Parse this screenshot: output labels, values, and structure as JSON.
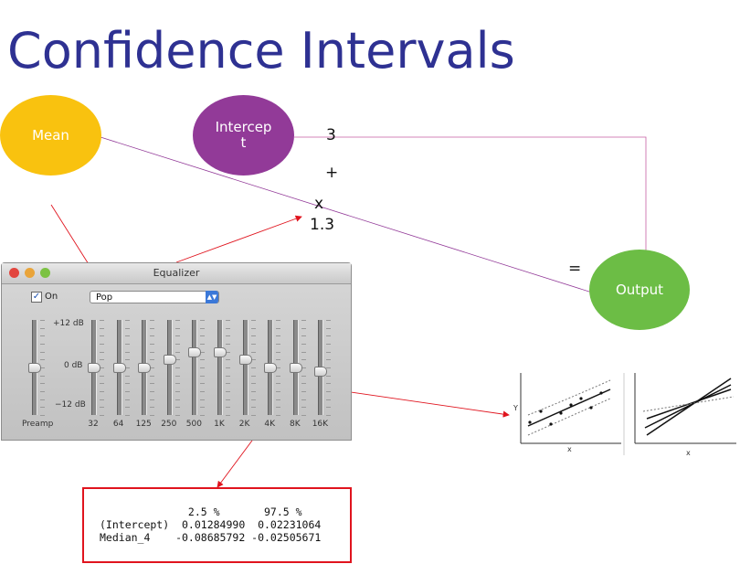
{
  "title": "Confidence Intervals",
  "nodes": {
    "mean": "Mean",
    "intercept_line1": "Intercep",
    "intercept_line2": "t",
    "output": "Output"
  },
  "equation": {
    "constant": "3",
    "plus": "+",
    "times": "x",
    "slope": "1.3",
    "equals": "="
  },
  "colors": {
    "title": "#2e3192",
    "mean": "#f9c20f",
    "intercept": "#923a98",
    "output": "#6cbd45",
    "arrow": "#e0141e"
  },
  "equalizer": {
    "window_title": "Equalizer",
    "on_label": "On",
    "on_checked": "✓",
    "preset": "Pop",
    "db_labels": [
      "+12 dB",
      "0 dB",
      "−12 dB"
    ],
    "preamp_label": "Preamp",
    "bands": [
      "32",
      "64",
      "125",
      "250",
      "500",
      "1K",
      "2K",
      "4K",
      "8K",
      "16K"
    ],
    "preamp_db": 0,
    "band_db": [
      0,
      0,
      0,
      2,
      4,
      4,
      2,
      0,
      0,
      -1
    ]
  },
  "plots": {
    "x_label": "x",
    "y_label": "Y"
  },
  "confint_output": {
    "header": "              2.5 %       97.5 %",
    "rows": [
      "(Intercept)  0.01284990  0.02231064",
      "Median_4    -0.08685792 -0.02505671"
    ]
  }
}
